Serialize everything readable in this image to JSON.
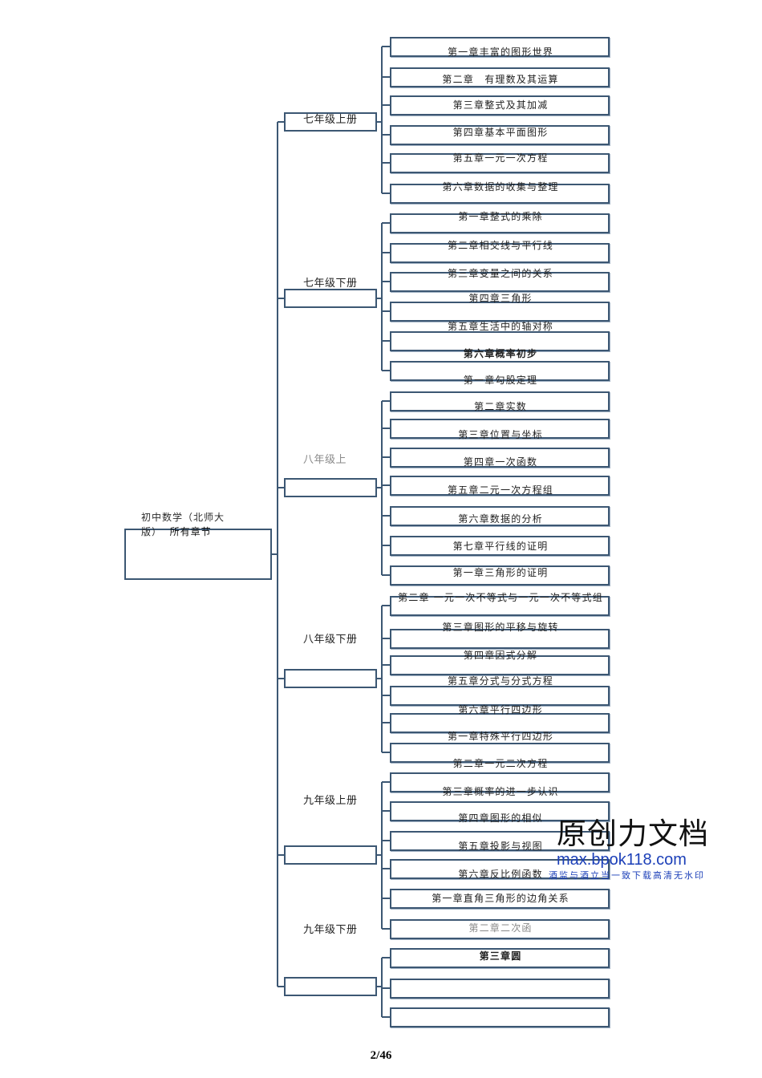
{
  "root": {
    "line1": "初中数学（北师大",
    "line2_a": "版）",
    "line2_b": "所有章节"
  },
  "grades": [
    {
      "label": "七年级上册"
    },
    {
      "label": "七年级下册"
    },
    {
      "label": "八年级上"
    },
    {
      "label": "八年级下册"
    },
    {
      "label": "九年级上册"
    },
    {
      "label": "九年级下册"
    }
  ],
  "chapters": [
    "第一章丰富的图形世界",
    "第二章　有理数及其运算",
    "第三章整式及其加减",
    "第四章基本平面图形",
    "第五章一元一次方程",
    "第六章数据的收集与整理",
    "第一章整式的乘除",
    "第二章相交线与平行线",
    "第三章变量之间的关系",
    "第四章三角形",
    "第五章生活中的轴对称",
    "第六章概率初步",
    "第一章勾股定理",
    "第二章实数",
    "第三章位置与坐标",
    "第四章一次函数",
    "第五章二元一次方程组",
    "第六章数据的分析",
    "第七章平行线的证明",
    "第一章三角形的证明",
    "第二章 一元一次不等式与一元一次不等式组",
    "第三章图形的平移与旋转",
    "第四章因式分解",
    "第五章分式与分式方程",
    "第六章平行四边形",
    "第一章特殊平行四边形",
    "第二章一元二次方程",
    "第三章概率的进一步认识",
    "第四章图形的相似",
    "第五章投影与视图",
    "第六章反比例函数",
    "第一章直角三角形的边角关系",
    "第二章二次函",
    "第三章圆"
  ],
  "watermark": {
    "title": "原创力文档",
    "url": "max.bpok118.com",
    "slogan": "酒监与酒立当一致下载高清无水印"
  },
  "page_number": "2/46",
  "colors": {
    "box_border": "#3c5773",
    "connector": "#3c5773",
    "watermark_blue": "#1b3fb8"
  }
}
